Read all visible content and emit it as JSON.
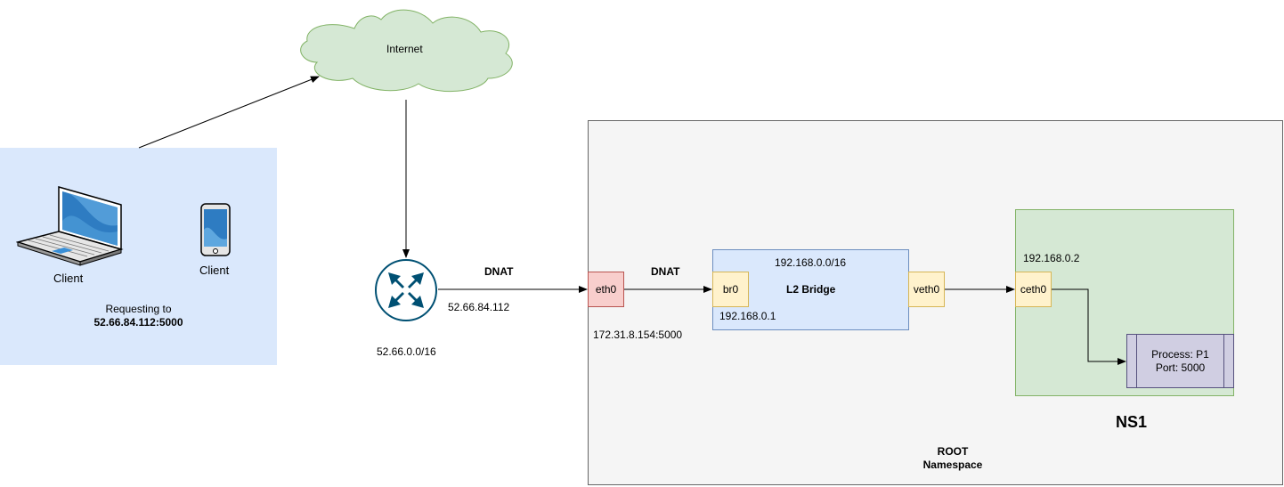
{
  "colors": {
    "client_area_fill": "#dae8fc",
    "cloud_fill": "#d5e8d4",
    "cloud_stroke": "#82b366",
    "root_ns_fill": "#f5f5f5",
    "root_ns_stroke": "#666666",
    "ns1_fill": "#d5e8d4",
    "ns1_stroke": "#82b366",
    "bridge_fill": "#dae8fc",
    "bridge_stroke": "#6c8ebf",
    "iface_fill": "#fff2cc",
    "iface_stroke": "#d6b656",
    "eth0_fill": "#f8cecc",
    "eth0_stroke": "#b85450",
    "process_fill": "#d0cee2",
    "process_stroke": "#56517e",
    "router_fill": "#005073"
  },
  "cloud": {
    "label": "Internet",
    "icon": "cloud-icon"
  },
  "clients": {
    "laptop_label": "Client",
    "laptop_icon": "laptop-icon",
    "phone_label": "Client",
    "phone_icon": "phone-icon",
    "request_line1": "Requesting to",
    "request_line2": "52.66.84.112:5000"
  },
  "router": {
    "icon": "router-icon",
    "subnet": "52.66.0.0/16",
    "public_ip": "52.66.84.112",
    "dnat_label": "DNAT"
  },
  "root_namespace": {
    "title_line1": "ROOT",
    "title_line2": "Namespace",
    "eth0_label": "eth0",
    "eth0_address": "172.31.8.154:5000",
    "dnat_label": "DNAT",
    "bridge": {
      "label": "L2 Bridge",
      "subnet": "192.168.0.0/16",
      "br0_label": "br0",
      "br0_ip": "192.168.0.1"
    },
    "veth0_label": "veth0"
  },
  "ns1": {
    "title": "NS1",
    "ceth0_label": "ceth0",
    "ceth0_ip": "192.168.0.2",
    "process_line1": "Process: P1",
    "process_line2": "Port: 5000"
  }
}
